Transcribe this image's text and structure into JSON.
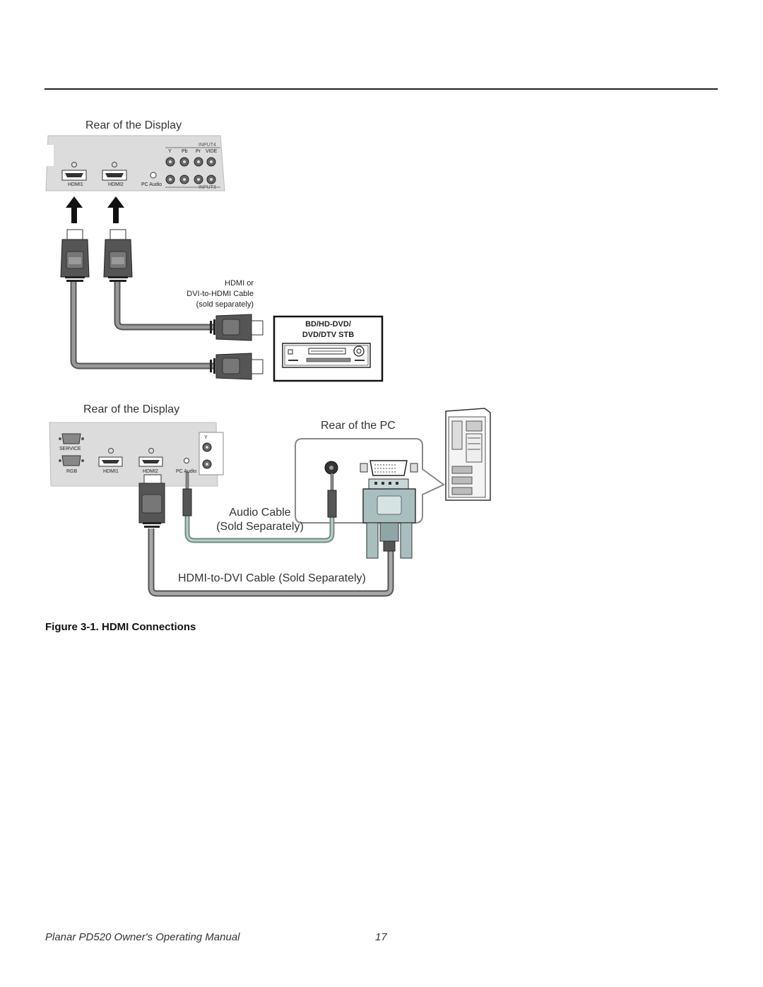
{
  "figure": {
    "top": {
      "title": "Rear of the Display",
      "ports": {
        "hdmi1": "HDMI1",
        "hdmi2": "HDMI2",
        "pc_audio": "PC Audio",
        "input4": "INPUT4",
        "input3": "INPUT3",
        "y": "Y",
        "pb": "Pb",
        "pr": "Pr",
        "video": "VIDE"
      },
      "cable_note": [
        "HDMI or",
        "DVI-to-HDMI Cable",
        "(sold separately)"
      ],
      "device": [
        "BD/HD-DVD/",
        "DVD/DTV STB"
      ]
    },
    "bottom": {
      "title": "Rear of the Display",
      "pc_title": "Rear of the PC",
      "ports": {
        "service": "SERVICE",
        "rgb": "RGB",
        "hdmi1": "HDMI1",
        "hdmi2": "HDMI2",
        "pc_audio": "PC Audio",
        "y": "Y"
      },
      "audio_cable": [
        "Audio Cable",
        "(Sold Separately)"
      ],
      "dvi_cable": "HDMI-to-DVI Cable (Sold Separately)"
    },
    "caption": "Figure 3-1. HDMI Connections"
  },
  "footer": {
    "title": "Planar PD520 Owner's Operating Manual",
    "page": "17"
  }
}
